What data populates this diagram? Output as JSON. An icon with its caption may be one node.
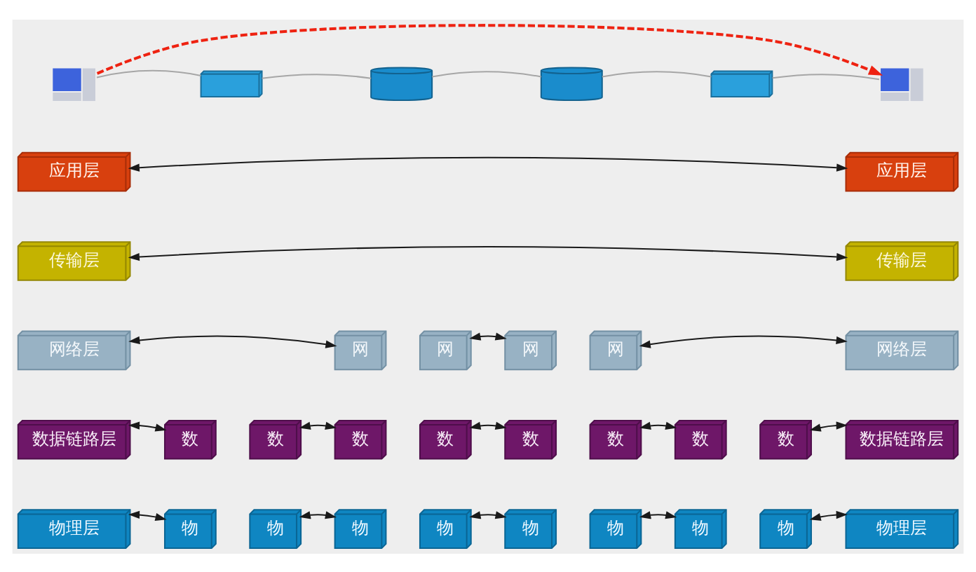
{
  "diagram": {
    "nodes": [
      {
        "text": [],
        "shape": "picture"
      },
      {
        "text": [],
        "shape": "box"
      },
      {
        "text": [],
        "shape": "cylinder"
      },
      {
        "text": [],
        "shape": "cylinder"
      },
      {
        "text": [],
        "shape": "box"
      },
      {
        "text": [],
        "shape": "picture"
      },
      {
        "text": [
          "应用层"
        ]
      },
      {
        "text": [
          "应用层"
        ]
      },
      {
        "text": [
          "传输层"
        ]
      },
      {
        "text": [
          "传输层"
        ]
      },
      {
        "text": [
          "网络层"
        ]
      },
      {
        "text": [
          "网"
        ]
      },
      {
        "text": [
          "网"
        ]
      },
      {
        "text": [
          "网"
        ]
      },
      {
        "text": [
          "网"
        ]
      },
      {
        "text": [
          "网络层"
        ]
      },
      {
        "text": [
          "数据链路层"
        ]
      },
      {
        "text": [
          "数"
        ]
      },
      {
        "text": [
          "数"
        ]
      },
      {
        "text": [
          "数"
        ]
      },
      {
        "text": [
          "数"
        ]
      },
      {
        "text": [
          "数"
        ]
      },
      {
        "text": [
          "数"
        ]
      },
      {
        "text": [
          "数"
        ]
      },
      {
        "text": [
          "数"
        ]
      },
      {
        "text": [
          "数据链路层"
        ]
      },
      {
        "text": [
          "物理层"
        ]
      },
      {
        "text": [
          "物"
        ]
      },
      {
        "text": [
          "物"
        ]
      },
      {
        "text": [
          "物"
        ]
      },
      {
        "text": [
          "物"
        ]
      },
      {
        "text": [
          "物"
        ]
      },
      {
        "text": [
          "物"
        ]
      },
      {
        "text": [
          "物"
        ]
      },
      {
        "text": [
          "物"
        ]
      },
      {
        "text": [
          "物理层"
        ]
      }
    ],
    "edges": [
      {
        "from": 0,
        "to": 1,
        "arrow": "none",
        "color": "#a6a6a6"
      },
      {
        "from": 1,
        "to": 2,
        "arrow": "none",
        "color": "#a6a6a6"
      },
      {
        "from": 2,
        "to": 3,
        "arrow": "none",
        "color": "#a6a6a6"
      },
      {
        "from": 3,
        "to": 4,
        "arrow": "none",
        "color": "#a6a6a6"
      },
      {
        "from": 4,
        "to": 5,
        "arrow": "none",
        "color": "#a6a6a6"
      },
      {
        "from": 6,
        "to": 7,
        "arrow": "both"
      },
      {
        "from": 8,
        "to": 9,
        "arrow": "both"
      },
      {
        "from": 10,
        "to": 11,
        "arrow": "both"
      },
      {
        "from": 12,
        "to": 13,
        "arrow": "both"
      },
      {
        "from": 14,
        "to": 15,
        "arrow": "both"
      },
      {
        "from": 16,
        "to": 17,
        "arrow": "both"
      },
      {
        "from": 18,
        "to": 19,
        "arrow": "both"
      },
      {
        "from": 20,
        "to": 21,
        "arrow": "both"
      },
      {
        "from": 22,
        "to": 23,
        "arrow": "both"
      },
      {
        "from": 24,
        "to": 25,
        "arrow": "both"
      },
      {
        "from": 26,
        "to": 27,
        "arrow": "both"
      },
      {
        "from": 28,
        "to": 29,
        "arrow": "both"
      },
      {
        "from": 30,
        "to": 31,
        "arrow": "both"
      },
      {
        "from": 32,
        "to": 33,
        "arrow": "both"
      },
      {
        "from": 34,
        "to": 35,
        "arrow": "both"
      },
      {
        "from": 0,
        "to": 5,
        "arrow": "to",
        "style": "dashed",
        "color": "#ee2211"
      }
    ]
  }
}
